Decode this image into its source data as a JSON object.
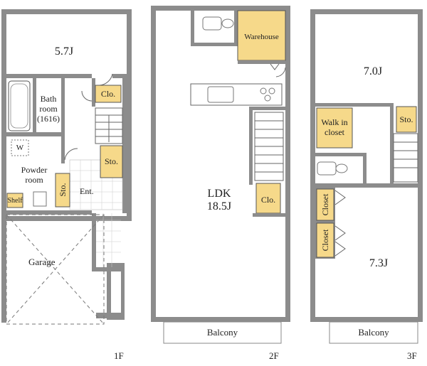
{
  "floors": {
    "f1": {
      "name": "1F",
      "rooms": {
        "bedroom": "5.7J",
        "closet": "Clo.",
        "bath": [
          "Bath",
          "room",
          "(1616)"
        ],
        "washer": "W",
        "powder": [
          "Powder",
          "room"
        ],
        "storage_side": "Sto.",
        "storage": "Sto.",
        "shelf": "Shelf",
        "entrance": "Ent.",
        "garage": "Garage"
      }
    },
    "f2": {
      "name": "2F",
      "rooms": {
        "warehouse": "Warehouse",
        "ldk": [
          "LDK",
          "18.5J"
        ],
        "closet": "Clo.",
        "balcony": "Balcony"
      }
    },
    "f3": {
      "name": "3F",
      "rooms": {
        "bedroom_north": "7.0J",
        "walk_in": [
          "Walk in",
          "closet"
        ],
        "storage": "Sto.",
        "closet_a": "Closet",
        "closet_b": "Closet",
        "bedroom_south": "7.3J",
        "balcony": "Balcony"
      }
    }
  },
  "colors": {
    "wall": "#8c8c8c",
    "storage_fill": "#f6d98a"
  }
}
